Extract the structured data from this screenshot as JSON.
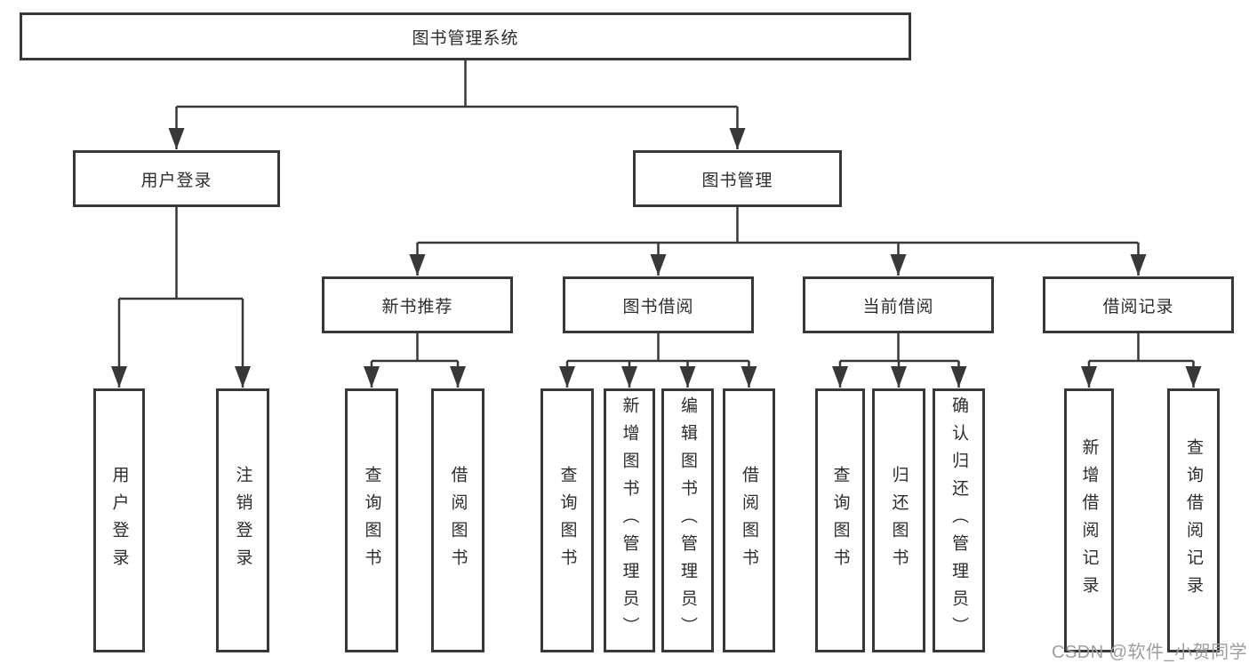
{
  "tree": {
    "root": {
      "label": "图书管理系统"
    },
    "user_branch": {
      "label": "用户登录",
      "leaves": [
        "用户登录",
        "注销登录"
      ]
    },
    "mgmt_branch": {
      "label": "图书管理",
      "sections": [
        {
          "label": "新书推荐",
          "leaves": [
            "查询图书",
            "借阅图书"
          ]
        },
        {
          "label": "图书借阅",
          "leaves": [
            "查询图书",
            "新增图书（管理员）",
            "编辑图书（管理员）",
            "借阅图书"
          ]
        },
        {
          "label": "当前借阅",
          "leaves": [
            "查询图书",
            "归还图书",
            "确认归还（管理员）"
          ]
        },
        {
          "label": "借阅记录",
          "leaves": [
            "新增借阅记录",
            "查询借阅记录"
          ]
        }
      ]
    }
  },
  "watermark": "CSDN @软件_小贺同学",
  "colors": {
    "line": "#383838",
    "box_border": "#383838",
    "text": "#2d2d2d",
    "watermark": "#9e9e9e",
    "background": "#ffffff"
  }
}
